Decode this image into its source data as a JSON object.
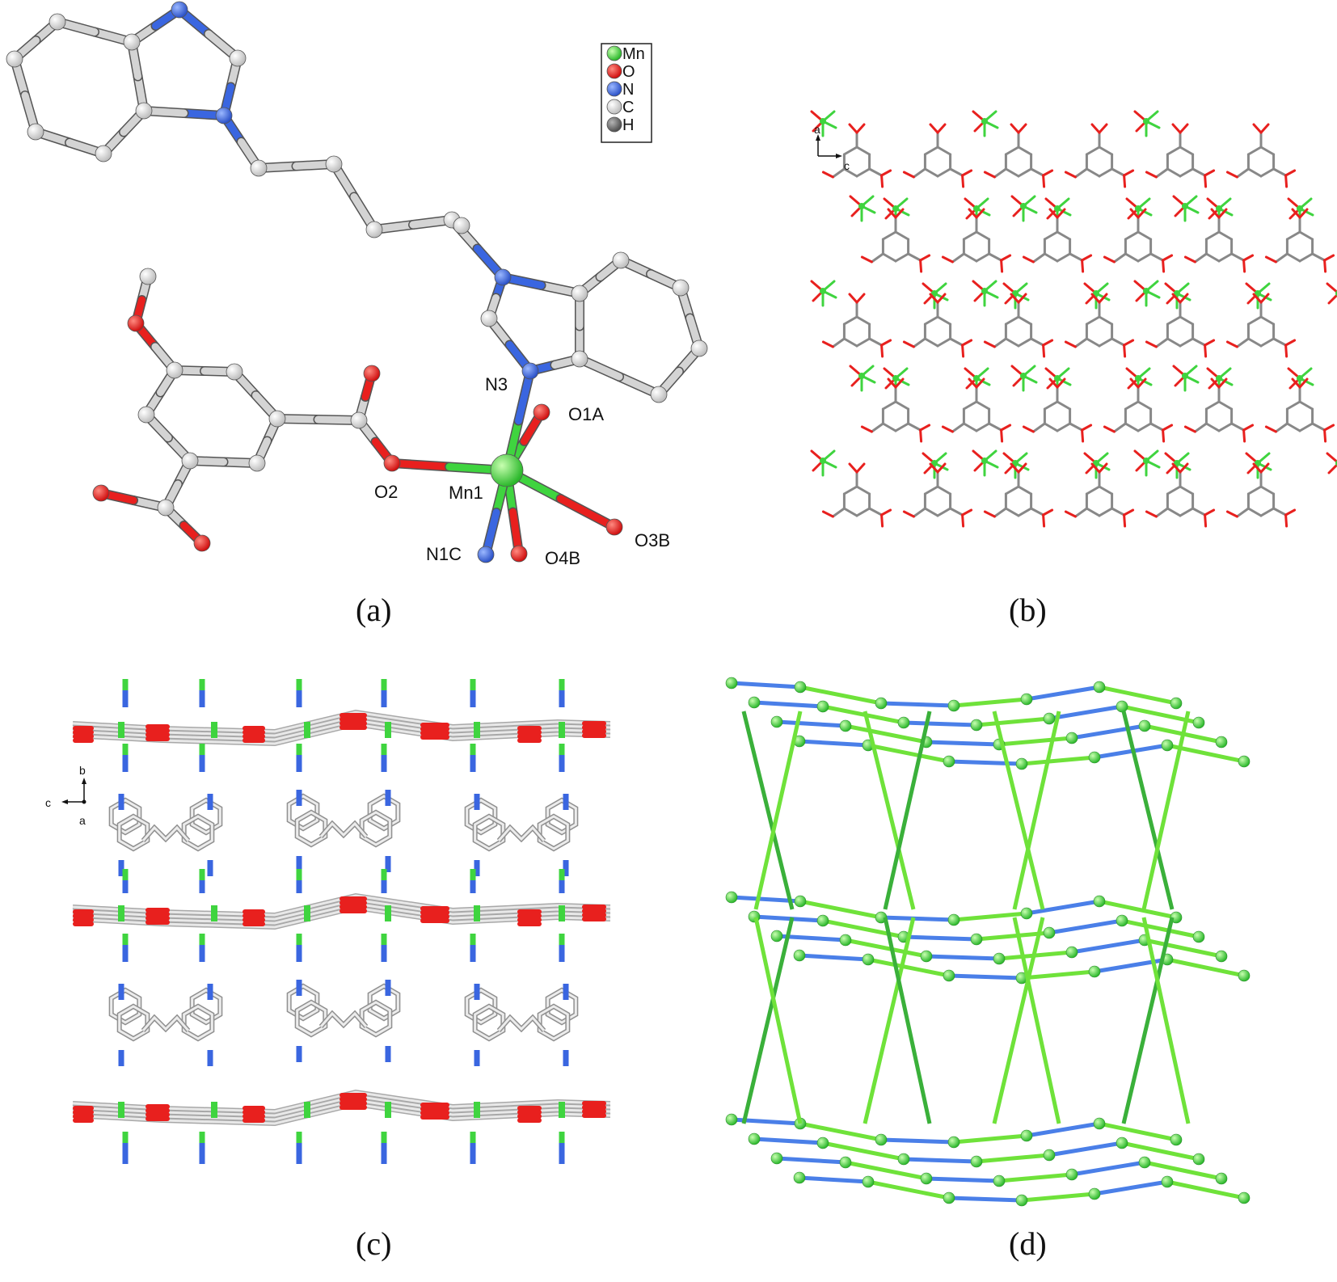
{
  "captions": [
    "(a)",
    "(b)",
    "(c)",
    "(d)"
  ],
  "legend": [
    {
      "symbol": "Mn",
      "color": "#3fd43f"
    },
    {
      "symbol": "O",
      "color": "#e8201e"
    },
    {
      "symbol": "N",
      "color": "#3a66e0"
    },
    {
      "symbol": "C",
      "color": "#d0d0d0"
    },
    {
      "symbol": "H",
      "color": "#6f6f6f"
    }
  ],
  "panel_a_labels": {
    "n3": "N3",
    "o1a": "O1A",
    "o2": "O2",
    "mn1": "Mn1",
    "o3b": "O3B",
    "n1c": "N1C",
    "o4b": "O4B"
  },
  "axes_b": {
    "v": "a",
    "h": "c"
  },
  "axes_c": {
    "v": "b",
    "h": "c",
    "o": "a"
  },
  "colors": {
    "mn": "#3fd43f",
    "o": "#e8201e",
    "n": "#3a66e0",
    "c": "#d4d4d4",
    "c_edge": "#9a9a9a",
    "net_green": "#6fe23a",
    "net_blue": "#4a7fe8"
  }
}
